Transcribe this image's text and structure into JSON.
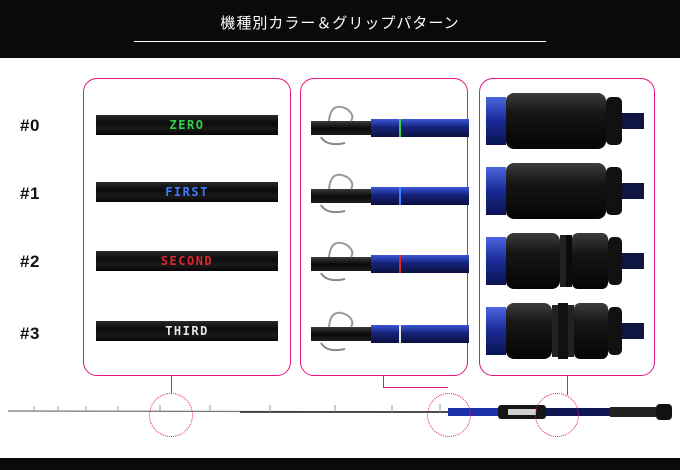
{
  "header": {
    "title": "機種別カラー＆グリップパターン"
  },
  "rows": [
    {
      "label": "#0",
      "name": "ZERO",
      "color": "#2fd24a"
    },
    {
      "label": "#1",
      "name": "FIRST",
      "color": "#3d7cff"
    },
    {
      "label": "#2",
      "name": "SECOND",
      "color": "#e0262d"
    },
    {
      "label": "#3",
      "name": "THIRD",
      "color": "#e6e6e6"
    }
  ],
  "colors": {
    "accent": "#e0157f",
    "header_bg": "#0a0a0a",
    "rod_blue": "#1b2fa8"
  }
}
